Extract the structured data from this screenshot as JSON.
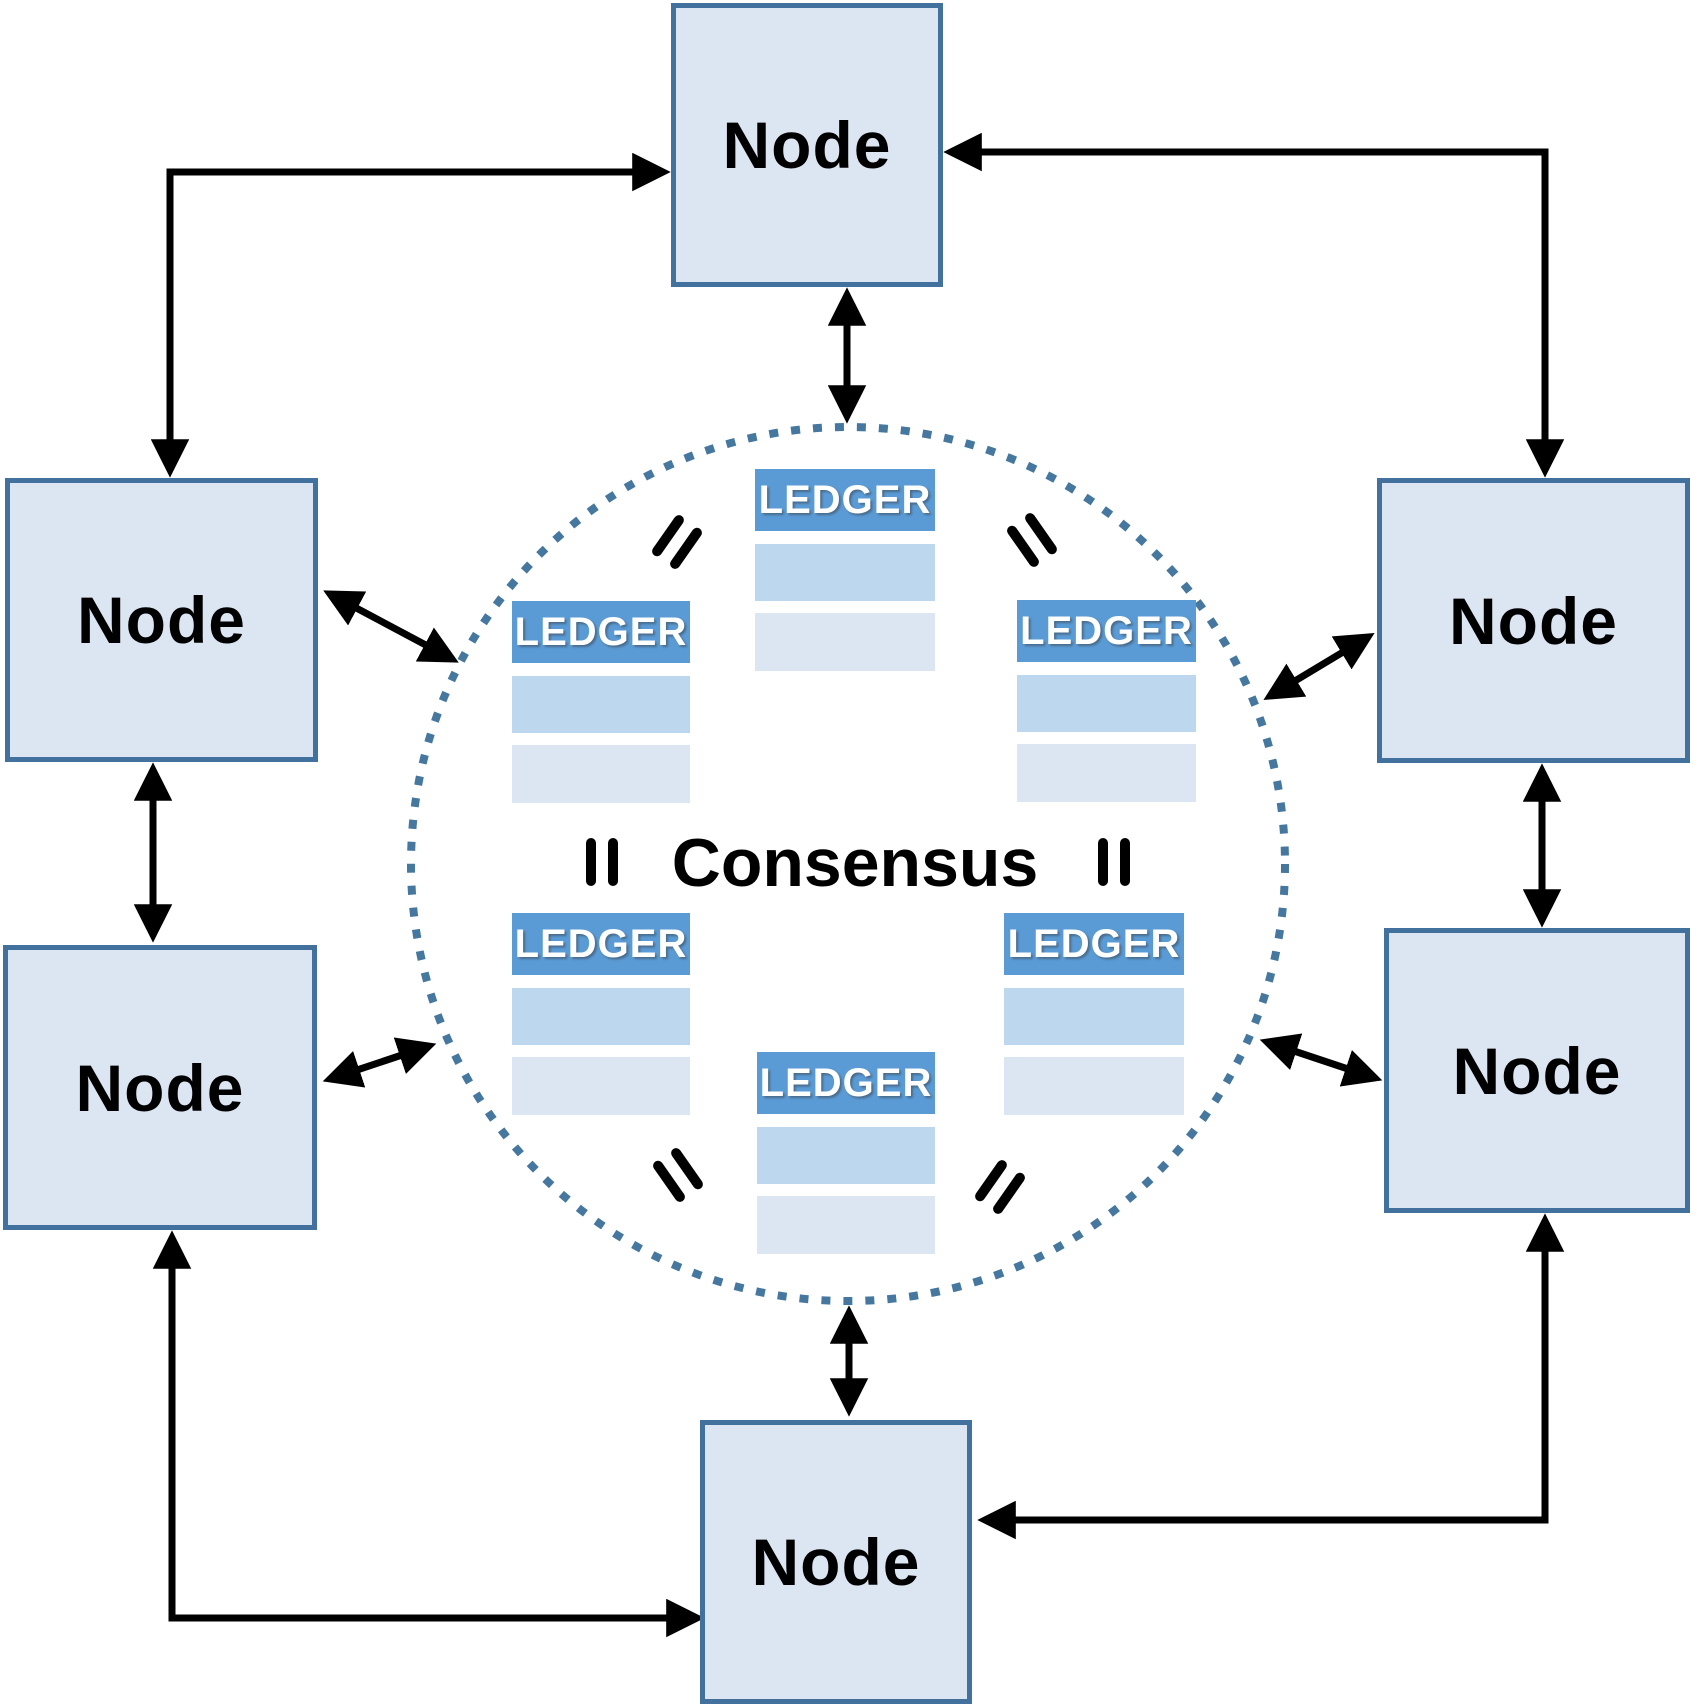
{
  "center_label": "Consensus",
  "nodes": [
    {
      "id": "top",
      "label": "Node"
    },
    {
      "id": "left-upper",
      "label": "Node"
    },
    {
      "id": "left-lower",
      "label": "Node"
    },
    {
      "id": "right-upper",
      "label": "Node"
    },
    {
      "id": "right-lower",
      "label": "Node"
    },
    {
      "id": "bottom",
      "label": "Node"
    }
  ],
  "ledgers": [
    {
      "id": "top-center",
      "label": "LEDGER"
    },
    {
      "id": "middle-left",
      "label": "LEDGER"
    },
    {
      "id": "middle-right",
      "label": "LEDGER"
    },
    {
      "id": "lower-left",
      "label": "LEDGER"
    },
    {
      "id": "lower-right",
      "label": "LEDGER"
    },
    {
      "id": "bottom-center",
      "label": "LEDGER"
    }
  ],
  "colors": {
    "node_fill": "#dce5f2",
    "node_border": "#41719c",
    "ledger_header": "#5b9bd5",
    "ledger_row1": "#bdd7ee",
    "ledger_row2": "#dce6f3",
    "circle_color": "#45779f",
    "arrow_color": "#000000",
    "label_color": "#000000"
  }
}
